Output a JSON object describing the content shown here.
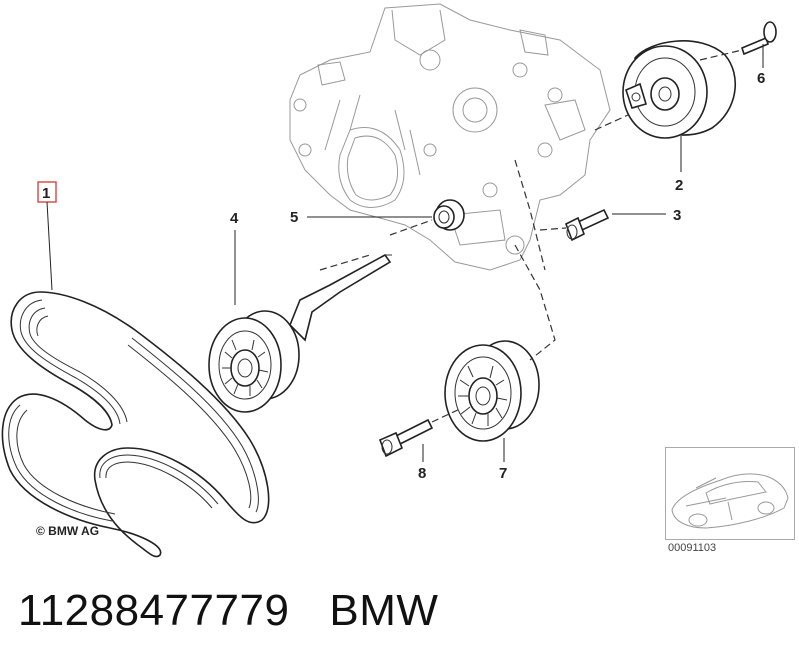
{
  "callouts": {
    "c1": "1",
    "c2": "2",
    "c3": "3",
    "c4": "4",
    "c5": "5",
    "c6": "6",
    "c7": "7",
    "c8": "8"
  },
  "copyright": "© BMW AG",
  "reference_number": "00091103",
  "footer": {
    "part_number": "11288477779",
    "brand": "BMW"
  },
  "colors": {
    "highlight_box": "#d9534f",
    "line": "#222222"
  }
}
